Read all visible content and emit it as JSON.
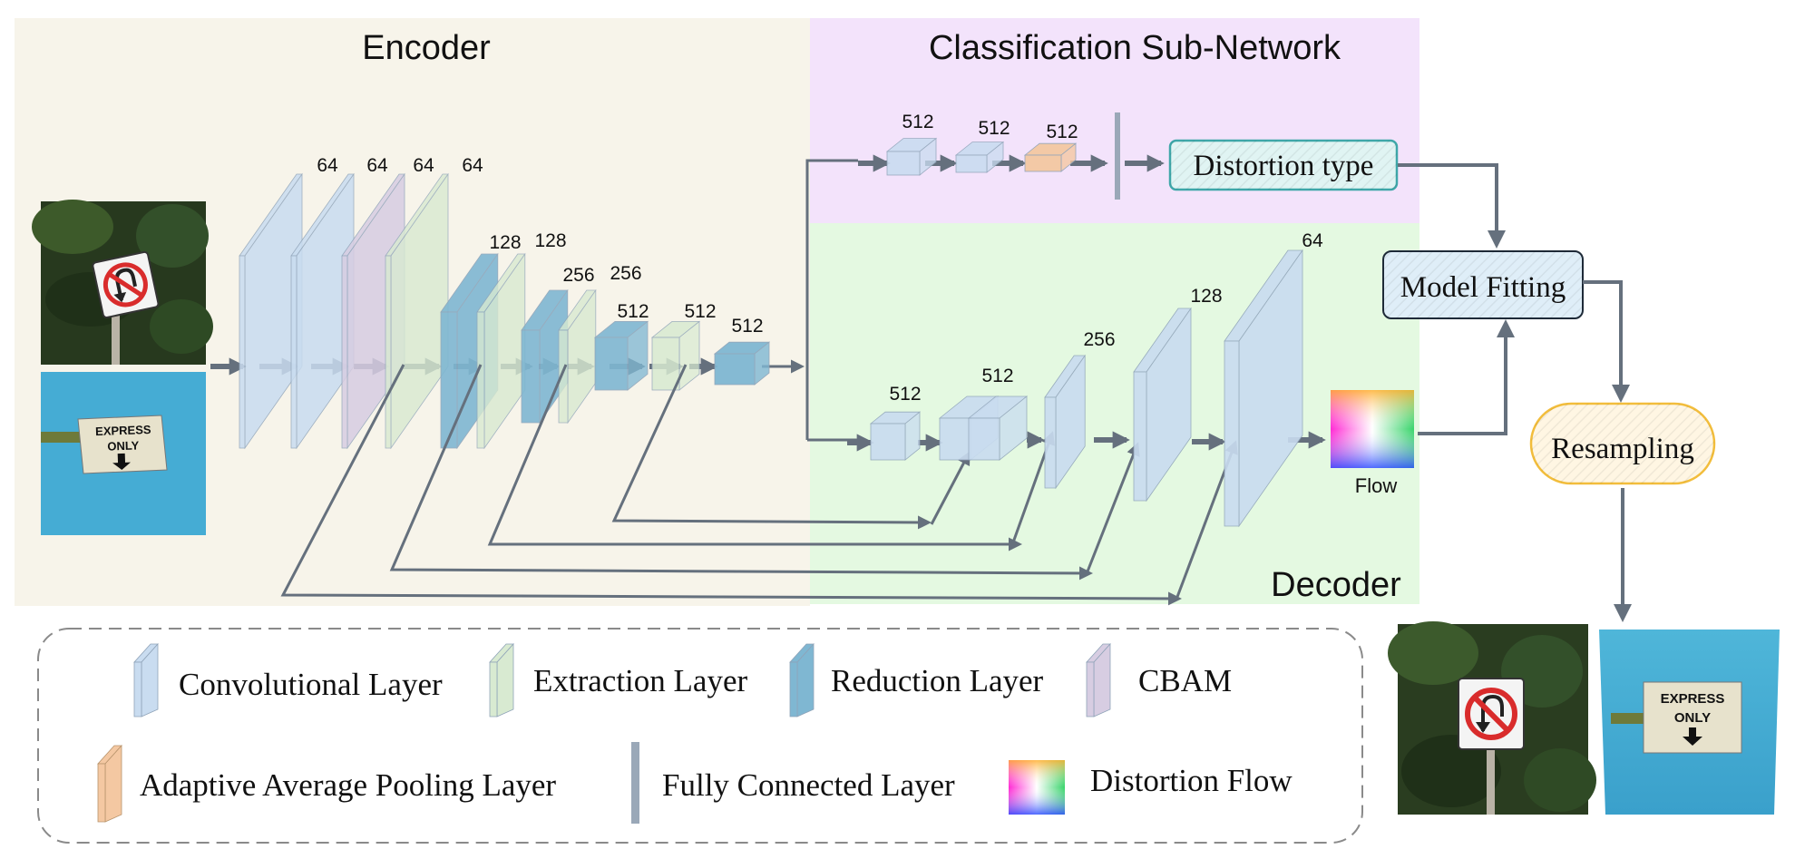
{
  "sections": {
    "encoder": "Encoder",
    "classification": "Classification Sub-Network",
    "decoder": "Decoder"
  },
  "encoder_channels": [
    "64",
    "64",
    "64",
    "64",
    "128",
    "128",
    "256",
    "256",
    "512",
    "512",
    "512"
  ],
  "classifier_channels": [
    "512",
    "512",
    "512"
  ],
  "decoder_channels": [
    "512",
    "512",
    "256",
    "128",
    "64"
  ],
  "boxes": {
    "distortion_type": "Distortion type",
    "model_fitting": "Model Fitting",
    "resampling": "Resampling"
  },
  "flow_label": "Flow",
  "sign_text": {
    "line1": "EXPRESS",
    "line2": "ONLY"
  },
  "legend": {
    "conv": "Convolutional Layer",
    "extraction": "Extraction Layer",
    "reduction": "Reduction Layer",
    "cbam": "CBAM",
    "pooling": "Adaptive Average Pooling Layer",
    "fc": "Fully Connected Layer",
    "flow": "Distortion Flow"
  },
  "colors": {
    "encoder_bg": "#f7f4ea",
    "classification_bg": "#f3e3fb",
    "decoder_bg": "#e4f9e1",
    "conv": "#c9dcf0",
    "extraction": "#d8ead1",
    "reduction": "#7fb7d2",
    "cbam": "#d7cde2",
    "pooling": "#f4c8a2",
    "fc": "#9aa8b8",
    "arrow": "#65707d",
    "distortion_box": "#e0f4f3",
    "distortion_border": "#3fa7a9",
    "fitting_box": "#dfeef8",
    "resampling_box": "#fff6e3",
    "resampling_border": "#f2bd3c"
  }
}
